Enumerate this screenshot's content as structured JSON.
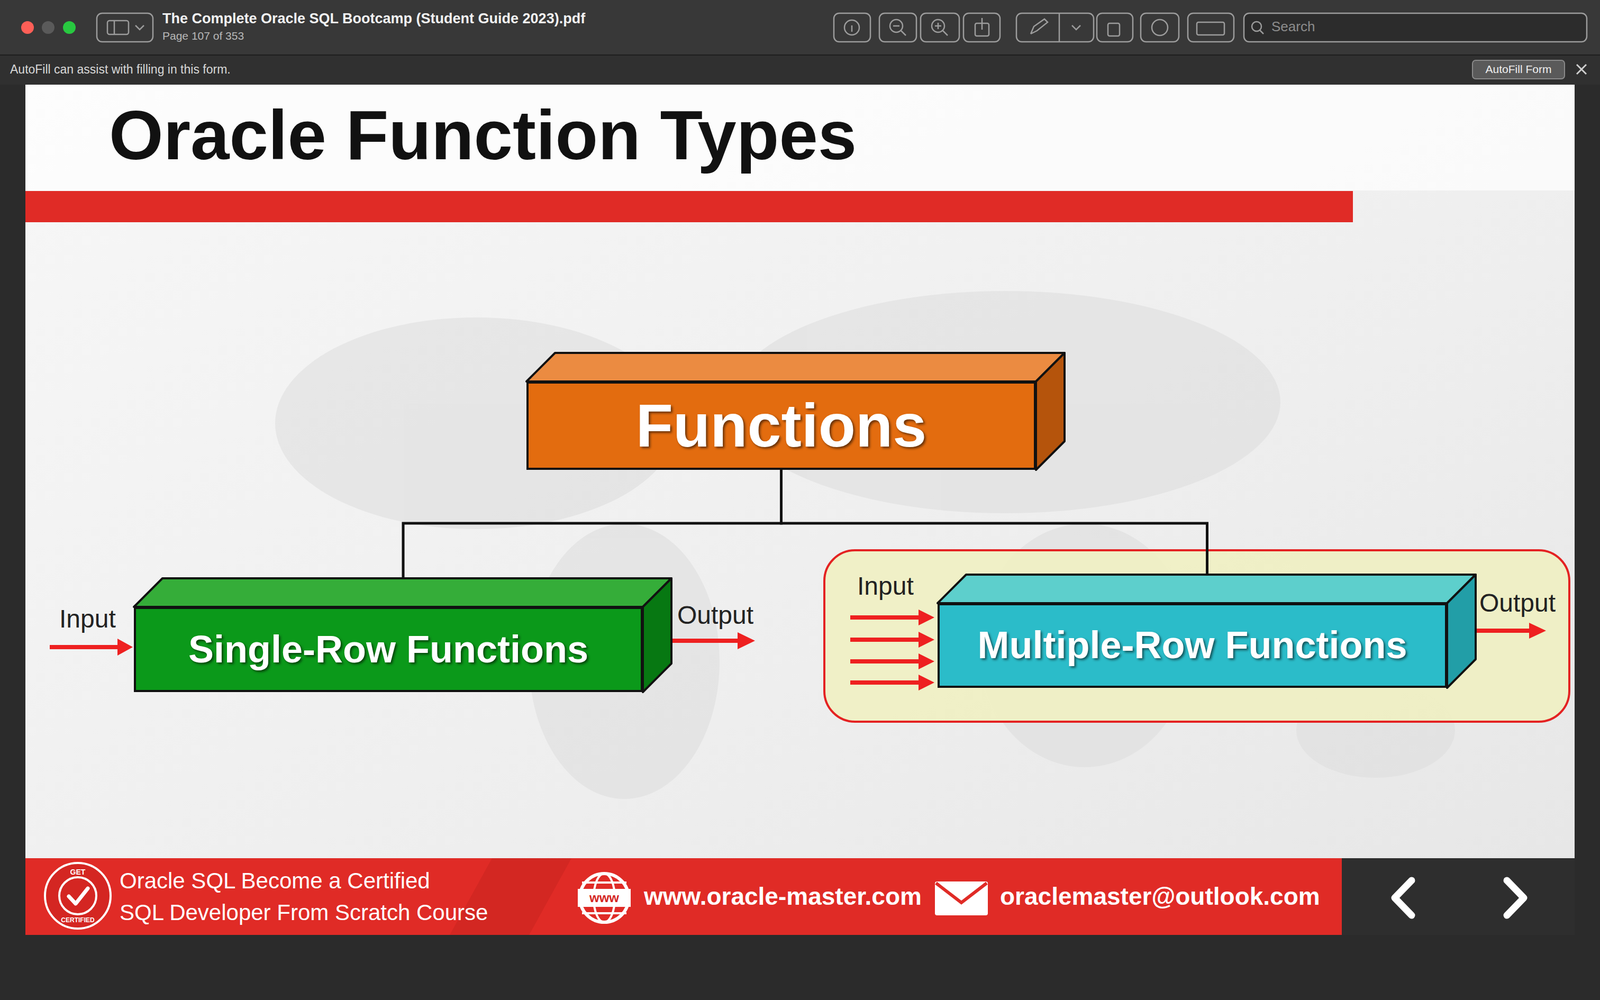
{
  "diagram": {
    "title": "Oracle Function Types",
    "nodes": [
      {
        "text": [
          "Functions"
        ]
      },
      {
        "text": [
          "Single-Row Functions"
        ]
      },
      {
        "text": [
          "Multiple-Row Functions"
        ]
      }
    ],
    "edges": [
      {
        "from": 0,
        "to": 1,
        "arrow": "none"
      },
      {
        "from": 0,
        "to": 2,
        "arrow": "none"
      }
    ],
    "labels": [
      "The Complete Oracle SQL Bootcamp (Student Guide 2023).pdf",
      "Page 107 of 353",
      "Search",
      "AutoFill can assist with filling in this form.",
      "AutoFill Form",
      "Input",
      "Output",
      "Input",
      "Output",
      "GET",
      "CERTIFIED",
      "Oracle SQL Become a Certified",
      "SQL Developer From Scratch Course",
      "www",
      "www.oracle-master.com",
      "oraclemaster@outlook.com"
    ]
  }
}
